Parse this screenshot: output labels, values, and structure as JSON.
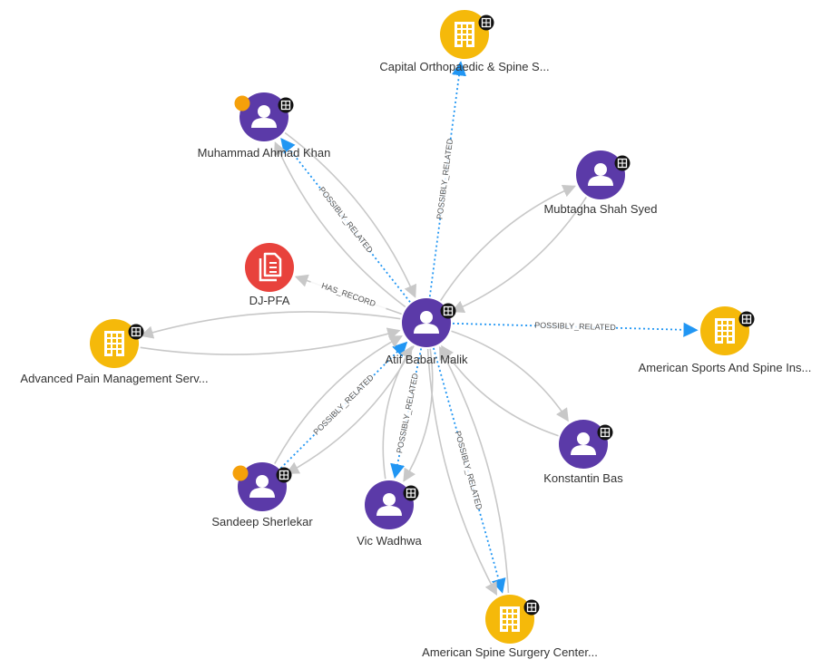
{
  "colors": {
    "person": "#5b3aa8",
    "organization": "#f5b90a",
    "record": "#e8423c",
    "alert": "#f5a00a",
    "edge": "#c8c8c8",
    "related_edge": "#2196f3"
  },
  "nodes": [
    {
      "id": "atif",
      "label": "Atif Babar Malik",
      "type": "person",
      "icon": "person-icon",
      "expand": true
    },
    {
      "id": "capital",
      "label": "Capital Orthopaedic & Spine S...",
      "type": "organization",
      "icon": "building-icon",
      "expand": true
    },
    {
      "id": "muhammad",
      "label": "Muhammad Ahmad Khan",
      "type": "person",
      "icon": "person-icon",
      "expand": true,
      "alert": true
    },
    {
      "id": "mubtagha",
      "label": "Mubtagha Shah Syed",
      "type": "person",
      "icon": "person-icon",
      "expand": true
    },
    {
      "id": "djpfa",
      "label": "DJ-PFA",
      "type": "record",
      "icon": "document-icon",
      "expand": false
    },
    {
      "id": "advanced",
      "label": "Advanced Pain Management Serv...",
      "type": "organization",
      "icon": "building-icon",
      "expand": true
    },
    {
      "id": "american_sports",
      "label": "American Sports And Spine Ins...",
      "type": "organization",
      "icon": "building-icon",
      "expand": true
    },
    {
      "id": "konstantin",
      "label": "Konstantin Bas",
      "type": "person",
      "icon": "person-icon",
      "expand": true
    },
    {
      "id": "sandeep",
      "label": "Sandeep Sherlekar",
      "type": "person",
      "icon": "person-icon",
      "expand": true,
      "alert": true
    },
    {
      "id": "vic",
      "label": "Vic Wadhwa",
      "type": "person",
      "icon": "person-icon",
      "expand": true
    },
    {
      "id": "american_spine",
      "label": "American Spine Surgery Center...",
      "type": "organization",
      "icon": "building-icon",
      "expand": true
    }
  ],
  "edges": [
    {
      "from": "atif",
      "to": "capital",
      "label": "POSSIBLY_RELATED",
      "dotted": true
    },
    {
      "from": "atif",
      "to": "muhammad",
      "label": "POSSIBLY_RELATED",
      "dotted": true
    },
    {
      "from": "atif",
      "to": "muhammad",
      "label": "",
      "dotted": false
    },
    {
      "from": "muhammad",
      "to": "atif",
      "label": "",
      "dotted": false
    },
    {
      "from": "atif",
      "to": "djpfa",
      "label": "HAS_RECORD",
      "dotted": false
    },
    {
      "from": "atif",
      "to": "mubtagha",
      "label": "",
      "dotted": false
    },
    {
      "from": "mubtagha",
      "to": "atif",
      "label": "",
      "dotted": false
    },
    {
      "from": "atif",
      "to": "advanced",
      "label": "",
      "dotted": false
    },
    {
      "from": "advanced",
      "to": "atif",
      "label": "",
      "dotted": false
    },
    {
      "from": "atif",
      "to": "american_sports",
      "label": "POSSIBLY_RELATED",
      "dotted": true
    },
    {
      "from": "atif",
      "to": "konstantin",
      "label": "",
      "dotted": false
    },
    {
      "from": "konstantin",
      "to": "atif",
      "label": "",
      "dotted": false
    },
    {
      "from": "sandeep",
      "to": "atif",
      "label": "POSSIBLY_RELATED",
      "dotted": true
    },
    {
      "from": "atif",
      "to": "sandeep",
      "label": "",
      "dotted": false
    },
    {
      "from": "sandeep",
      "to": "atif",
      "label": "",
      "dotted": false
    },
    {
      "from": "atif",
      "to": "vic",
      "label": "POSSIBLY_RELATED",
      "dotted": true
    },
    {
      "from": "atif",
      "to": "vic",
      "label": "",
      "dotted": false
    },
    {
      "from": "vic",
      "to": "atif",
      "label": "",
      "dotted": false
    },
    {
      "from": "atif",
      "to": "american_spine",
      "label": "POSSIBLY_RELATED",
      "dotted": true
    },
    {
      "from": "atif",
      "to": "american_spine",
      "label": "",
      "dotted": false
    },
    {
      "from": "american_spine",
      "to": "atif",
      "label": "",
      "dotted": false
    }
  ]
}
